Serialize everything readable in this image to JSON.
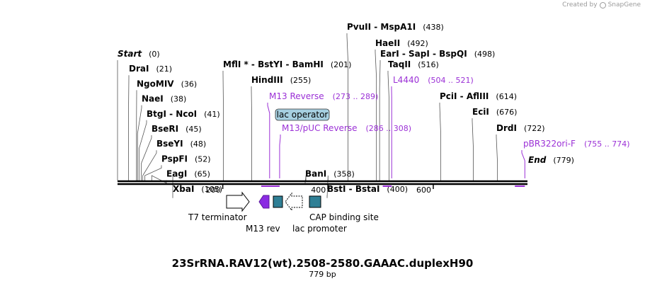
{
  "credit": {
    "text": "Created by",
    "brand": "SnapGene"
  },
  "title": "23SrRNA.RAV12(wt).2508-2580.GAAAC.duplexH90",
  "length_text": "779 bp",
  "sequence": {
    "total_bp": 779,
    "ticks": [
      {
        "bp": 200,
        "label": "200"
      },
      {
        "bp": 400,
        "label": "400"
      },
      {
        "bp": 600,
        "label": "600"
      }
    ]
  },
  "sites": [
    {
      "id": "start",
      "name": "Start",
      "pos": "(0)",
      "bp": 0
    },
    {
      "id": "drai",
      "name": "DraI",
      "pos": "(21)",
      "bp": 21
    },
    {
      "id": "ngomiv",
      "name": "NgoMIV",
      "pos": "(36)",
      "bp": 36
    },
    {
      "id": "naei",
      "name": "NaeI",
      "pos": "(38)",
      "bp": 38
    },
    {
      "id": "btgi",
      "name": "BtgI  -  NcoI",
      "pos": "(41)",
      "bp": 41
    },
    {
      "id": "bseri",
      "name": "BseRI",
      "pos": "(45)",
      "bp": 45
    },
    {
      "id": "bseyi",
      "name": "BseYI",
      "pos": "(48)",
      "bp": 48
    },
    {
      "id": "pspfi",
      "name": "PspFI",
      "pos": "(52)",
      "bp": 52
    },
    {
      "id": "eagi",
      "name": "EagI",
      "pos": "(65)",
      "bp": 65
    },
    {
      "id": "xbai",
      "name": "XbaI",
      "pos": "(105)",
      "bp": 105
    },
    {
      "id": "mfli",
      "name": "MflI *  -  BstYI  -  BamHI",
      "pos": "(201)",
      "bp": 201
    },
    {
      "id": "hindiii",
      "name": "HindIII",
      "pos": "(255)",
      "bp": 255
    },
    {
      "id": "bani",
      "name": "BanI",
      "pos": "(358)",
      "bp": 358
    },
    {
      "id": "bsti",
      "name": "BstI  -  BstaI",
      "pos": "(400)",
      "bp": 400
    },
    {
      "id": "pvuii",
      "name": "PvuII  -  MspA1I",
      "pos": "(438)",
      "bp": 438
    },
    {
      "id": "haeii",
      "name": "HaeII",
      "pos": "(492)",
      "bp": 492
    },
    {
      "id": "eari",
      "name": "EarI  -  SapI  -  BspQI",
      "pos": "(498)",
      "bp": 498
    },
    {
      "id": "taqii",
      "name": "TaqII",
      "pos": "(516)",
      "bp": 516
    },
    {
      "id": "pcii",
      "name": "PciI  -  AflIII",
      "pos": "(614)",
      "bp": 614
    },
    {
      "id": "ecii",
      "name": "EciI",
      "pos": "(676)",
      "bp": 676
    },
    {
      "id": "drdi",
      "name": "DrdI",
      "pos": "(722)",
      "bp": 722
    },
    {
      "id": "end",
      "name": "End",
      "pos": "(779)",
      "bp": 779
    }
  ],
  "primers": [
    {
      "id": "m13rev",
      "name": "M13 Reverse",
      "range": "(273 .. 289)",
      "start": 273,
      "end": 289,
      "direction": "reverse"
    },
    {
      "id": "m13puc",
      "name": "M13/pUC Reverse",
      "range": "(286 .. 308)",
      "start": 286,
      "end": 308,
      "direction": "reverse"
    },
    {
      "id": "l4440",
      "name": "L4440",
      "range": "(504 .. 521)",
      "start": 504,
      "end": 521,
      "direction": "reverse"
    },
    {
      "id": "pbr322ori",
      "name": "pBR322ori-F",
      "range": "(755 .. 774)",
      "start": 755,
      "end": 774,
      "direction": "reverse"
    }
  ],
  "features": [
    {
      "id": "lacop",
      "name": "lac operator",
      "type": "binding-site-box",
      "color": "#a6cfe0"
    },
    {
      "id": "t7term",
      "name": "T7 terminator",
      "type": "terminator-arrow",
      "color": "#ffffff"
    },
    {
      "id": "m13",
      "name": "M13 rev",
      "type": "primer-arrow",
      "color": "#8a2be2"
    },
    {
      "id": "lacbox",
      "name": "",
      "type": "protein-bind",
      "color": "#2f7f95"
    },
    {
      "id": "lacpro",
      "name": "lac promoter",
      "type": "promoter-arrow",
      "color": "#ffffff"
    },
    {
      "id": "cap",
      "name": "CAP binding site",
      "type": "protein-bind",
      "color": "#2f7f95"
    }
  ],
  "colors": {
    "primer": "#9b30d6",
    "feature_teal": "#2f7f95",
    "lac_operator": "#a6cfe0"
  }
}
